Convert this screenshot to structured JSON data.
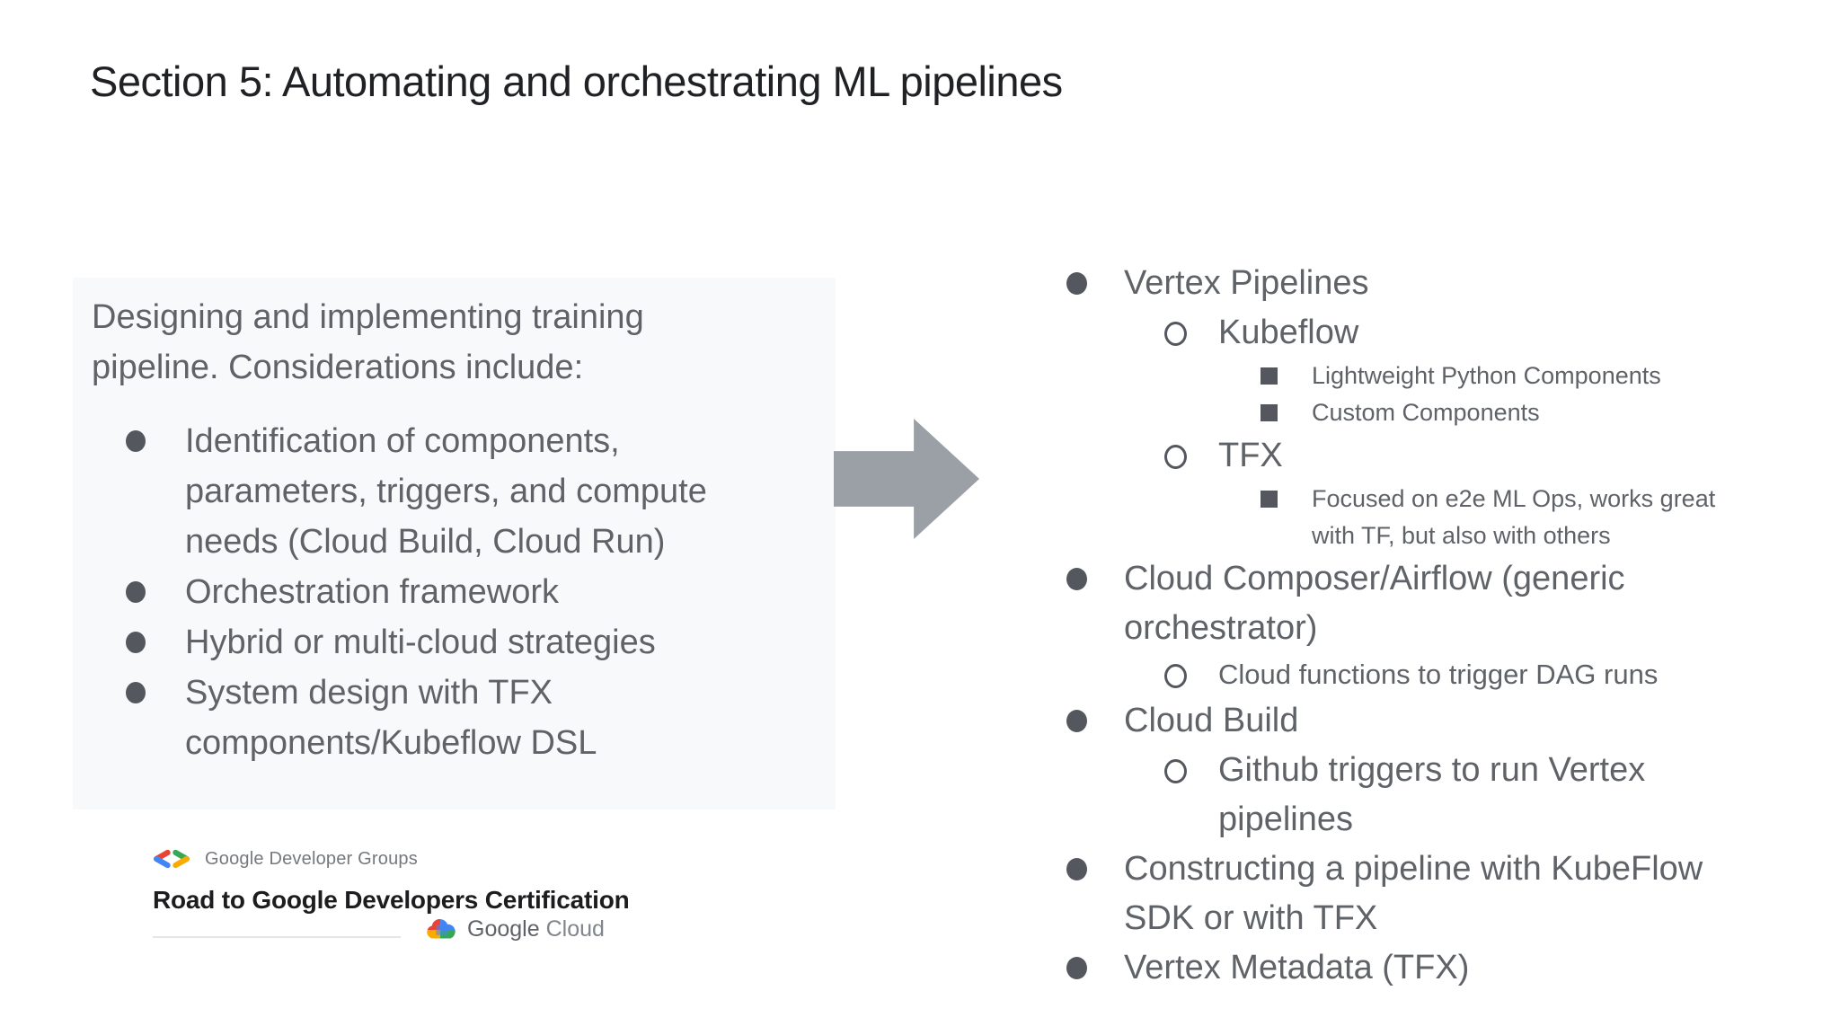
{
  "slide": {
    "title": "Section 5: Automating and orchestrating ML pipelines"
  },
  "left_panel": {
    "intro": "Designing and implementing training\npipeline. Considerations include:",
    "bullets": [
      {
        "level": 1,
        "text": "Identification of components,\nparameters, triggers, and compute\nneeds (Cloud Build, Cloud Run)"
      },
      {
        "level": 1,
        "text": "Orchestration framework"
      },
      {
        "level": 1,
        "text": "Hybrid or multi-cloud strategies"
      },
      {
        "level": 1,
        "text": "System design with TFX\ncomponents/Kubeflow DSL"
      }
    ]
  },
  "right_panel": {
    "bullets": [
      {
        "level": 1,
        "text": "Vertex Pipelines"
      },
      {
        "level": 2,
        "text": "Kubeflow"
      },
      {
        "level": 3,
        "text": "Lightweight Python Components"
      },
      {
        "level": 3,
        "text": "Custom Components"
      },
      {
        "level": 2,
        "text": "TFX"
      },
      {
        "level": 3,
        "text": "Focused on e2e ML Ops, works great\nwith TF, but also with others"
      },
      {
        "level": 1,
        "text": "Cloud Composer/Airflow (generic\norchestrator)"
      },
      {
        "level": 2,
        "text": "Cloud functions to trigger DAG runs",
        "small": true
      },
      {
        "level": 1,
        "text": "Cloud Build"
      },
      {
        "level": 2,
        "text": "Github triggers to run Vertex\npipelines"
      },
      {
        "level": 1,
        "text": "Constructing a pipeline with KubeFlow\nSDK or with TFX"
      },
      {
        "level": 1,
        "text": "Vertex Metadata (TFX)"
      }
    ]
  },
  "footer": {
    "gdg_label": "Google Developer Groups",
    "certification_title": "Road to Google Developers Certification",
    "google_cloud": {
      "word1": "Google",
      "word2": "Cloud"
    }
  },
  "icons": {
    "arrow": "right-block-arrow",
    "gdg": "gdg-brackets-icon",
    "cloud": "google-cloud-icon"
  },
  "colors": {
    "title_text": "#202124",
    "body_text": "#5F6368",
    "bullet_marker": "#54585E",
    "panel_bg": "#F8F9FA",
    "arrow_gray": "#9AA0A6",
    "google_red": "#EA4335",
    "google_blue": "#4285F4",
    "google_green": "#34A853",
    "google_yellow": "#F9AB00"
  }
}
